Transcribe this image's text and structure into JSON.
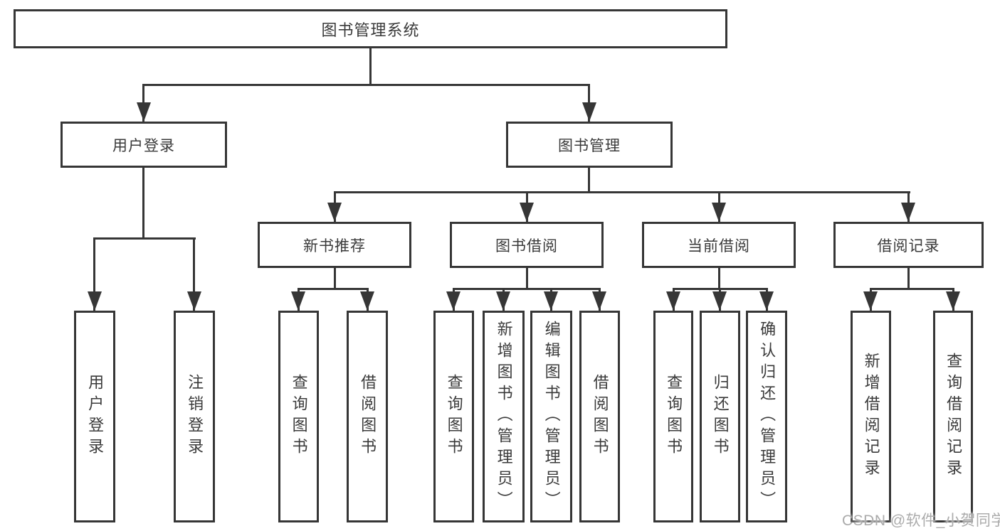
{
  "tree": {
    "root": {
      "label": "图书管理系统"
    },
    "children": [
      {
        "label": "用户登录",
        "children": [
          {
            "label": "用户登录"
          },
          {
            "label": "注销登录"
          }
        ]
      },
      {
        "label": "图书管理",
        "children": [
          {
            "label": "新书推荐",
            "children": [
              {
                "label": "查询图书"
              },
              {
                "label": "借阅图书"
              }
            ]
          },
          {
            "label": "图书借阅",
            "children": [
              {
                "label": "查询图书"
              },
              {
                "label": "新增图书（管理员）"
              },
              {
                "label": "编辑图书（管理员）"
              },
              {
                "label": "借阅图书"
              }
            ]
          },
          {
            "label": "当前借阅",
            "children": [
              {
                "label": "查询图书"
              },
              {
                "label": "归还图书"
              },
              {
                "label": "确认归还（管理员）"
              }
            ]
          },
          {
            "label": "借阅记录",
            "children": [
              {
                "label": "新增借阅记录"
              },
              {
                "label": "查询借阅记录"
              }
            ]
          }
        ]
      }
    ]
  },
  "watermark": {
    "text": "CSDN @软件_小贺同学"
  },
  "colors": {
    "line": "#363636",
    "text": "#3a3a3a",
    "background": "#ffffff",
    "watermark": "#ababab"
  }
}
